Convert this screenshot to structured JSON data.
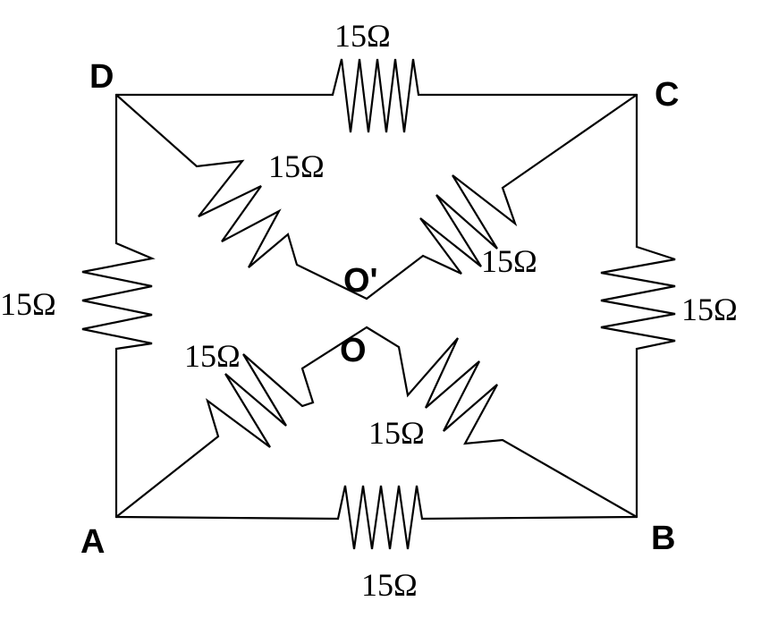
{
  "nodes": {
    "A": "A",
    "B": "B",
    "C": "C",
    "D": "D",
    "O": "O",
    "O_prime": "O'"
  },
  "resistors": {
    "DC": "15Ω",
    "DA": "15Ω",
    "CB": "15Ω",
    "AB": "15Ω",
    "DOp": "15Ω",
    "COp": "15Ω",
    "AO": "15Ω",
    "BO": "15Ω"
  }
}
